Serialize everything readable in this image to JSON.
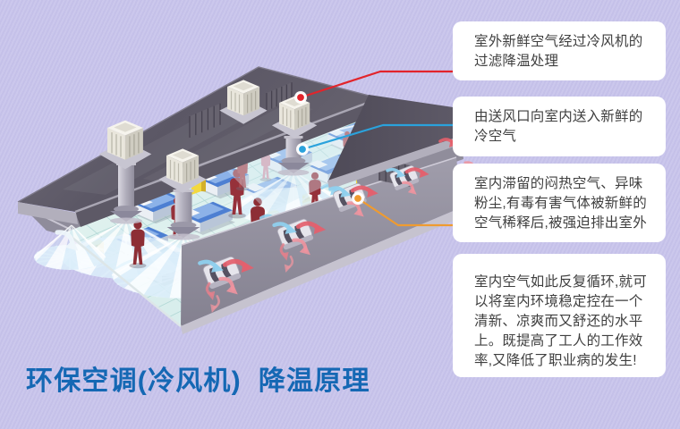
{
  "title": {
    "text": "环保空调(冷风机)  降温原理",
    "color": "#1568b4"
  },
  "callouts": [
    {
      "id": "outdoor-air",
      "text": "室外新鲜空气经过冷风机的过滤降温处理",
      "line_color": "#e2242b"
    },
    {
      "id": "supply-air",
      "text": "由送风口向室内送入新鲜的冷空气",
      "line_color": "#2aa2dc"
    },
    {
      "id": "exhaust-air",
      "text": "室内滞留的闷热空气、异味粉尘,有毒有害气体被新鲜的空气稀释后,被强迫排出室外",
      "line_color": "#ef9b30"
    },
    {
      "id": "circulation",
      "text": "室内空气如此反复循环,就可以将室内环境稳定控在一个清新、凉爽而又舒还的水平上。既提高了工人的工作效率,又降低了职业病的发生!",
      "line_color": ""
    }
  ],
  "diagram": {
    "description": "环保空调(冷风机)厂房降温原理示意图",
    "parts": [
      "evaporative-cooler-unit",
      "supply-duct",
      "air-diffuser-cone",
      "exhaust-fan-hood",
      "worker-figure",
      "machine-table",
      "factory-floor",
      "roof",
      "leader-lines"
    ],
    "colors": {
      "background": "#c9c6ea",
      "roof": "#5b5763",
      "wall": "#9a97a5",
      "floor": "#d9efec",
      "cooler": "#f5f3ec",
      "arrow_exhaust": "#e2606e",
      "arrow_cool": "#8fd0ee",
      "leader_red": "#e2242b",
      "leader_cyan": "#2aa2dc",
      "leader_orange": "#ef9b30"
    }
  }
}
